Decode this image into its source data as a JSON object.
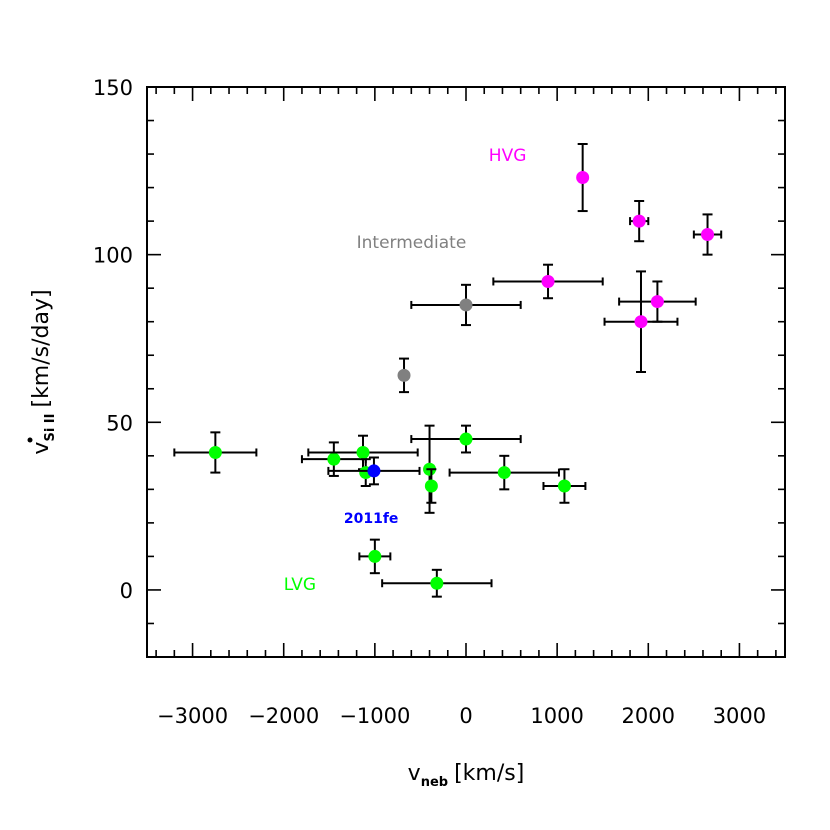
{
  "chart_data": {
    "type": "scatter",
    "title": "",
    "xlabel": {
      "main": "v",
      "sub": "neb",
      "unit": "[km/s]"
    },
    "ylabel": {
      "main": "v",
      "sub": "Si II",
      "unit": "[km/s/day]",
      "dot": true
    },
    "xlim": [
      -3500,
      3500
    ],
    "ylim": [
      -20,
      150
    ],
    "xticks": [
      -3000,
      -2000,
      -1000,
      0,
      1000,
      2000,
      3000
    ],
    "xtick_labels": [
      "−3000",
      "−2000",
      "−1000",
      "0",
      "1000",
      "2000",
      "3000"
    ],
    "yticks": [
      0,
      50,
      100,
      150
    ],
    "ytick_labels": [
      "0",
      "50",
      "100",
      "150"
    ],
    "grid": false,
    "colors": {
      "HVG": "#ff00ff",
      "Intermediate": "#808080",
      "LVG": "#00ff00",
      "2011fe": "#0000ff"
    },
    "series": [
      {
        "name": "HVG",
        "points": [
          {
            "x": 1280,
            "y": 123,
            "xerr": 0,
            "yerr": 10
          },
          {
            "x": 1900,
            "y": 110,
            "xerr": 100,
            "yerr": 6
          },
          {
            "x": 2650,
            "y": 106,
            "xerr": 150,
            "yerr": 6
          },
          {
            "x": 900,
            "y": 92,
            "xerr": 600,
            "yerr": 5
          },
          {
            "x": 2100,
            "y": 86,
            "xerr": 420,
            "yerr": 6
          },
          {
            "x": 1920,
            "y": 80,
            "xerr": 400,
            "yerr": 15
          }
        ]
      },
      {
        "name": "Intermediate",
        "points": [
          {
            "x": 0,
            "y": 85,
            "xerr": 600,
            "yerr": 6
          },
          {
            "x": -680,
            "y": 64,
            "xerr": 0,
            "yerr": 5
          }
        ]
      },
      {
        "name": "LVG",
        "points": [
          {
            "x": -2750,
            "y": 41,
            "xerr": 450,
            "yerr": 6
          },
          {
            "x": -1450,
            "y": 39,
            "xerr": 350,
            "yerr": 5
          },
          {
            "x": -1130,
            "y": 41,
            "xerr": 600,
            "yerr": 5
          },
          {
            "x": -1100,
            "y": 35,
            "xerr": 0,
            "yerr": 4
          },
          {
            "x": -400,
            "y": 36,
            "xerr": 0,
            "yerr": 13
          },
          {
            "x": -380,
            "y": 31,
            "xerr": 0,
            "yerr": 5
          },
          {
            "x": 0,
            "y": 45,
            "xerr": 600,
            "yerr": 4
          },
          {
            "x": 420,
            "y": 35,
            "xerr": 600,
            "yerr": 5
          },
          {
            "x": 1080,
            "y": 31,
            "xerr": 230,
            "yerr": 5
          },
          {
            "x": -1000,
            "y": 10,
            "xerr": 170,
            "yerr": 5
          },
          {
            "x": -320,
            "y": 2,
            "xerr": 600,
            "yerr": 4
          }
        ]
      },
      {
        "name": "2011fe",
        "points": [
          {
            "x": -1010,
            "y": 35.5,
            "xerr": 500,
            "yerr": 4
          }
        ]
      }
    ],
    "annotations": [
      {
        "text": "HVG",
        "color": "#ff00ff",
        "x": 250,
        "y": 128
      },
      {
        "text": "Intermediate",
        "color": "#808080",
        "x": -1200,
        "y": 102
      },
      {
        "text": "2011fe",
        "color": "#0000ff",
        "x": -1340,
        "y": 20
      },
      {
        "text": "LVG",
        "color": "#00ff00",
        "x": -2000,
        "y": 0
      }
    ]
  }
}
